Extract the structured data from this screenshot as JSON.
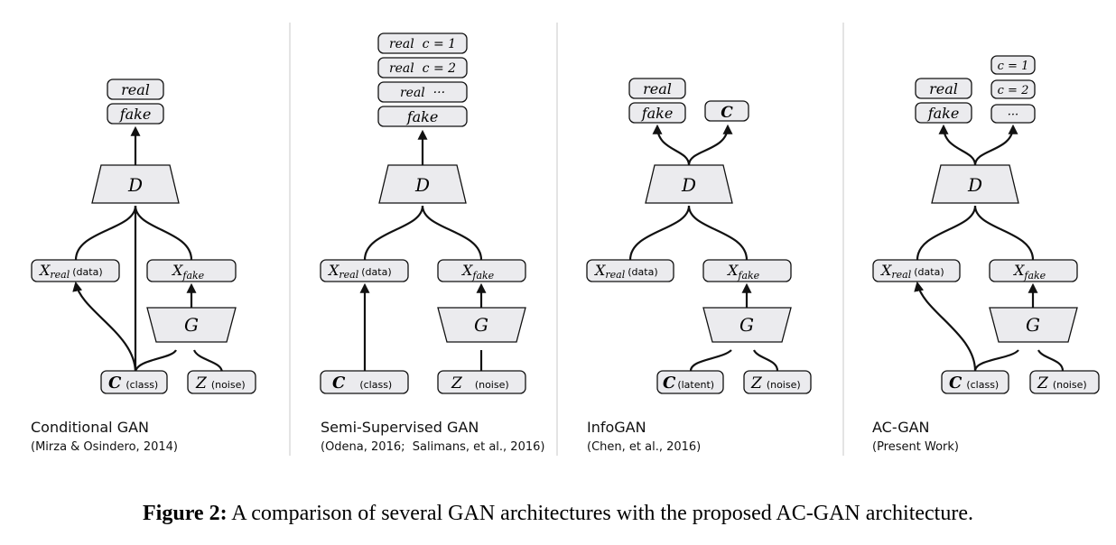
{
  "panels": [
    {
      "title": "Conditional GAN",
      "citation": "(Mirza & Osindero, 2014)",
      "outputs": [
        "real",
        "fake"
      ],
      "discriminator": "D",
      "generator": "G",
      "x_real": {
        "symbol": "X",
        "subscript": "real",
        "note": "(data)"
      },
      "x_fake": {
        "symbol": "X",
        "subscript": "fake"
      },
      "c_input": {
        "symbol": "C",
        "note": "(class)"
      },
      "z_input": {
        "symbol": "Z",
        "note": "(noise)"
      }
    },
    {
      "title": "Semi-Supervised GAN",
      "citation": "(Odena, 2016;  Salimans, et al., 2016)",
      "outputs": [
        "real  c = 1",
        "real  c = 2",
        "real  ···",
        "fake"
      ],
      "discriminator": "D",
      "generator": "G",
      "x_real": {
        "symbol": "X",
        "subscript": "real",
        "note": "(data)"
      },
      "x_fake": {
        "symbol": "X",
        "subscript": "fake"
      },
      "c_input": {
        "symbol": "C",
        "note": "(class)"
      },
      "z_input": {
        "symbol": "Z",
        "note": "(noise)"
      }
    },
    {
      "title": "InfoGAN",
      "citation": "(Chen, et al., 2016)",
      "outputs": [
        "real",
        "fake",
        "C"
      ],
      "discriminator": "D",
      "generator": "G",
      "x_real": {
        "symbol": "X",
        "subscript": "real",
        "note": "(data)"
      },
      "x_fake": {
        "symbol": "X",
        "subscript": "fake"
      },
      "c_input": {
        "symbol": "C",
        "note": "(latent)"
      },
      "z_input": {
        "symbol": "Z",
        "note": "(noise)"
      }
    },
    {
      "title": "AC-GAN",
      "citation": "(Present Work)",
      "outputs": [
        "real",
        "fake",
        "c = 1",
        "c = 2",
        "···"
      ],
      "discriminator": "D",
      "generator": "G",
      "x_real": {
        "symbol": "X",
        "subscript": "real",
        "note": "(data)"
      },
      "x_fake": {
        "symbol": "X",
        "subscript": "fake"
      },
      "c_input": {
        "symbol": "C",
        "note": "(class)"
      },
      "z_input": {
        "symbol": "Z",
        "note": "(noise)"
      }
    }
  ],
  "caption": {
    "label": "Figure 2:",
    "text": " A comparison of several GAN architectures with the proposed AC-GAN architecture."
  }
}
